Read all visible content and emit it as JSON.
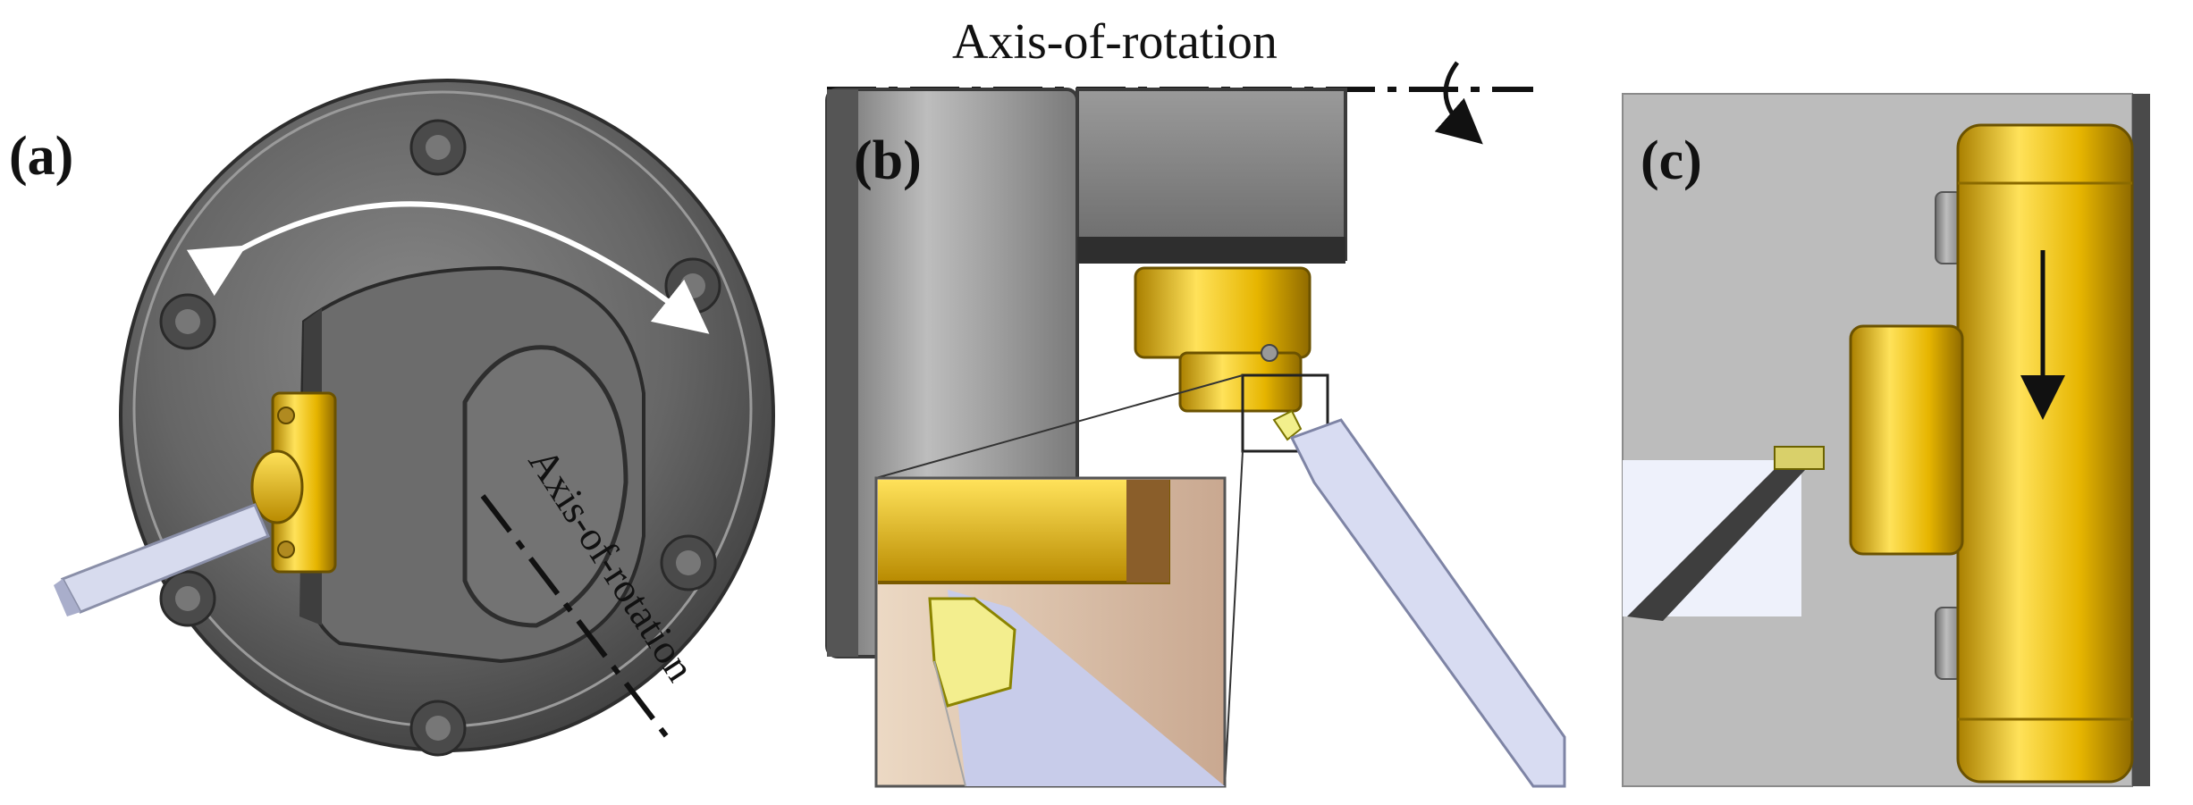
{
  "figure": {
    "panels": [
      {
        "id": "a",
        "label": "(a)",
        "axis_label": "Axis-of-rotation"
      },
      {
        "id": "b",
        "label": "(b)",
        "axis_label": "Axis-of-rotation"
      },
      {
        "id": "c",
        "label": "(c)"
      }
    ]
  },
  "colors": {
    "steel_dark": "#5a5a5a",
    "steel_mid": "#7c7c7c",
    "steel_light": "#a9a9a9",
    "gold": "#e0b400",
    "gold_light": "#ffd83a",
    "tool_blue": "#cfd4ee",
    "background_gray": "#b9b9b9"
  }
}
